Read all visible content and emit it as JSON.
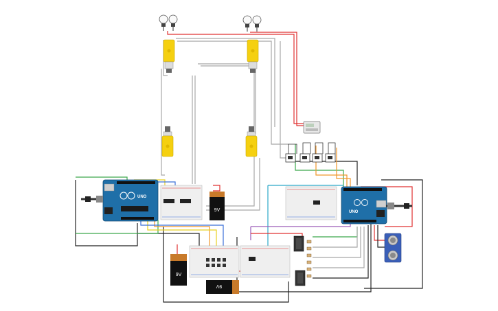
{
  "circuit": {
    "battery_top_label": "9V",
    "battery_left_label": "9V",
    "battery_bottom_label": "9V",
    "arduino_left_brand": "UNO",
    "arduino_right_brand": "UNO",
    "colors": {
      "red": "#e03030",
      "green": "#3aa84a",
      "orange": "#f0962a",
      "yellow": "#e8d020",
      "blue": "#3a6fd8",
      "cyan": "#2aa8c8",
      "grey": "#9a9a9a",
      "black": "#2a2a2a",
      "purple": "#9a5ab8",
      "motor_yellow": "#f5d010",
      "arduino_blue": "#1f6fa8",
      "breadboard": "#efefef",
      "battery_body": "#111111",
      "battery_cap": "#c87a2a",
      "sensor_blue": "#3a5fb8"
    }
  }
}
